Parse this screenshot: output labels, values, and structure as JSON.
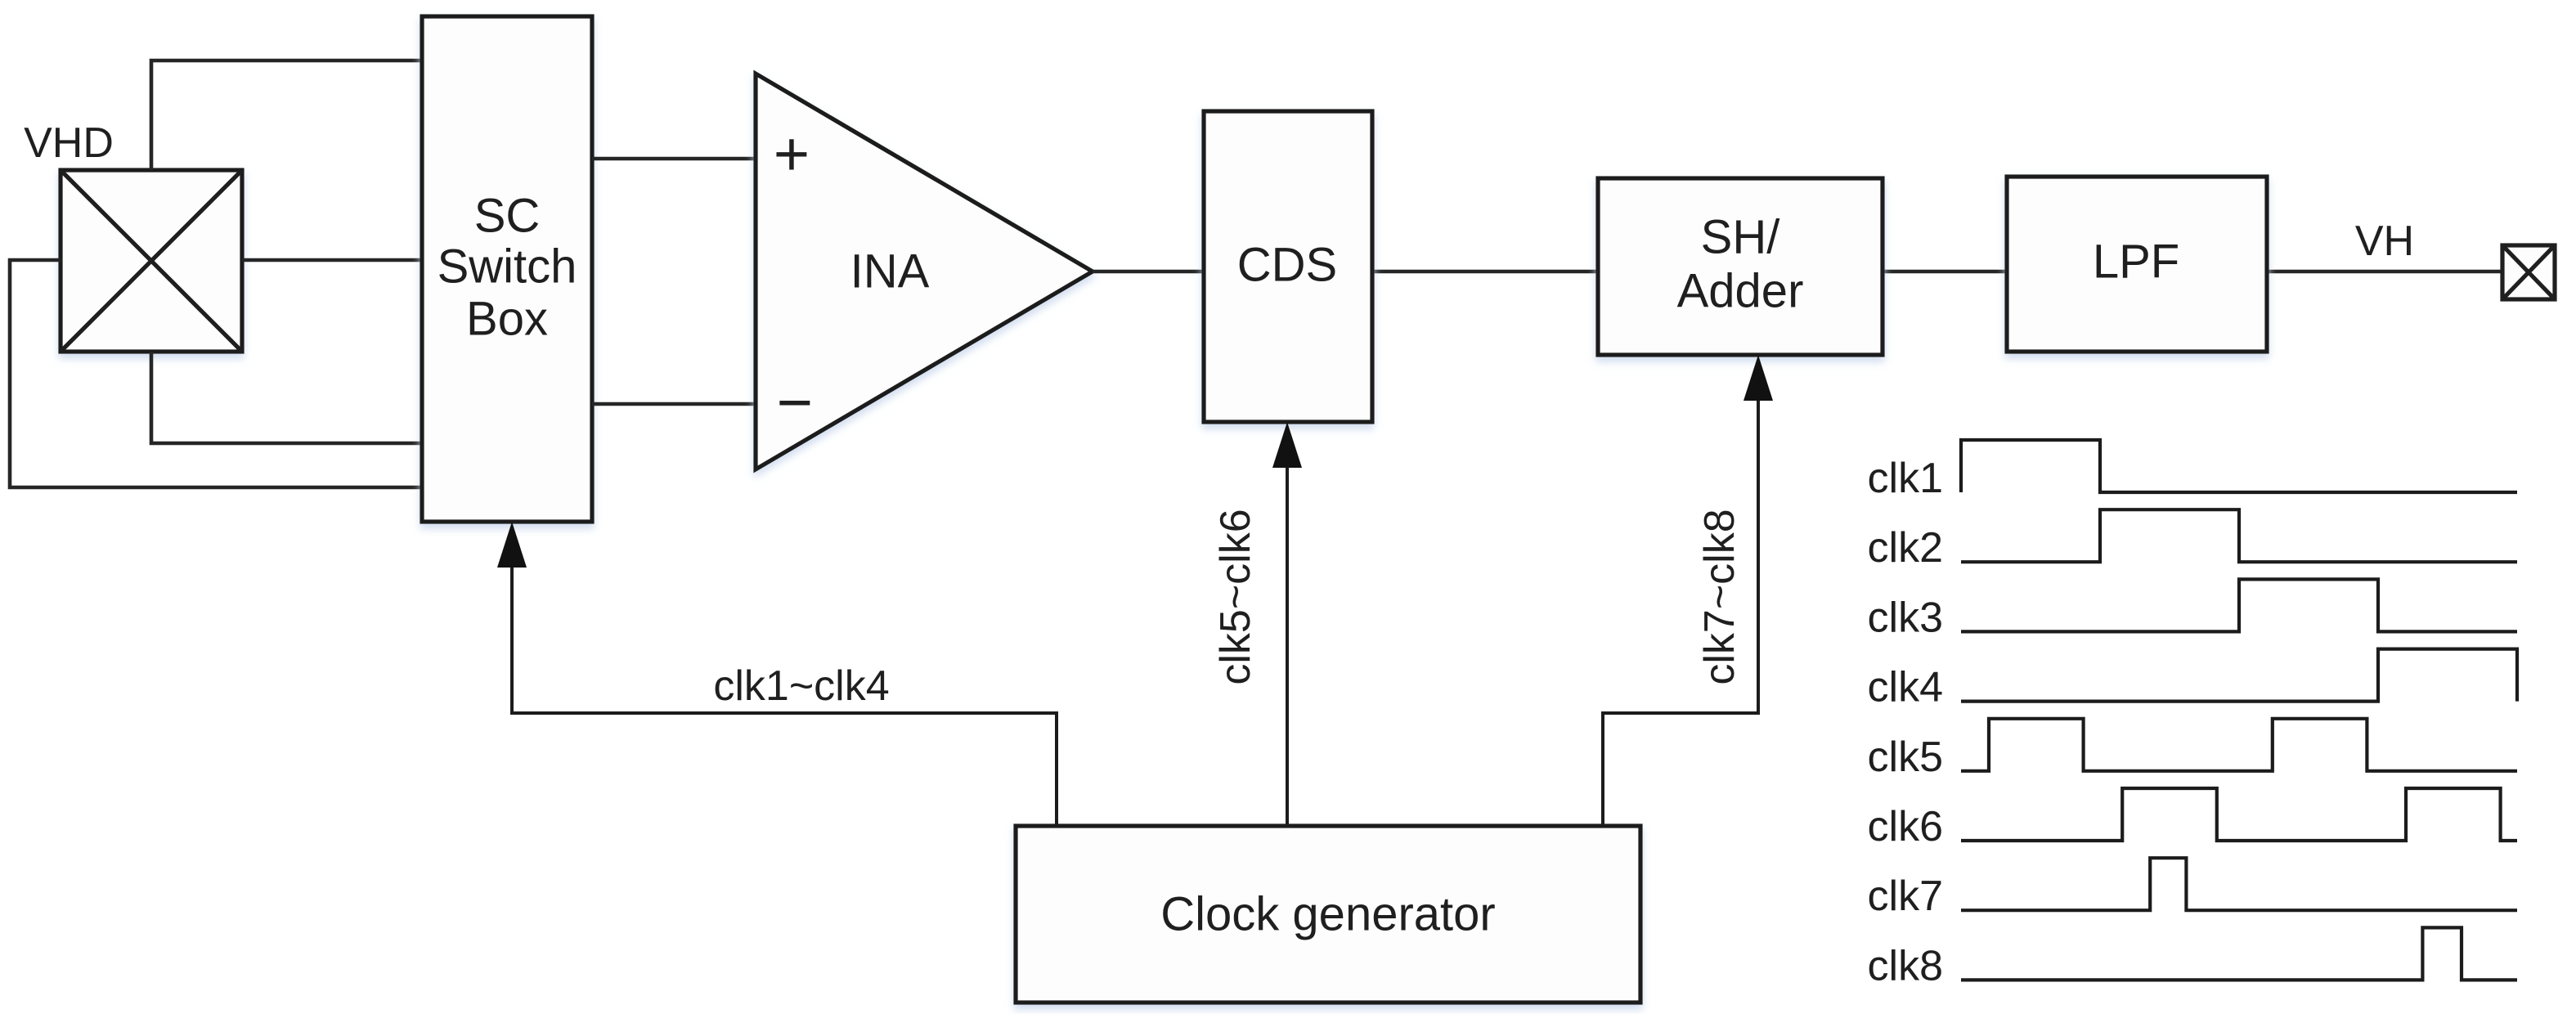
{
  "blocks": {
    "sensor": {
      "label": "VHD"
    },
    "sc_switch": {
      "lines": [
        "SC",
        "Switch",
        "Box"
      ]
    },
    "ina": {
      "label": "INA",
      "plus": "+",
      "minus": "−"
    },
    "cds": {
      "label": "CDS"
    },
    "sh_adder": {
      "lines": [
        "SH/",
        "Adder"
      ]
    },
    "lpf": {
      "label": "LPF"
    },
    "clock_generator": {
      "label": "Clock generator"
    },
    "output_port": {
      "label": "VH"
    }
  },
  "buses": {
    "sc_bus": "clk1~clk4",
    "cds_bus": "clk5~clk6",
    "sh_bus": "clk7~clk8"
  },
  "timing": {
    "waveforms": [
      {
        "name": "clk1",
        "highs": [
          [
            0,
            0.25
          ]
        ]
      },
      {
        "name": "clk2",
        "highs": [
          [
            0.25,
            0.5
          ]
        ]
      },
      {
        "name": "clk3",
        "highs": [
          [
            0.5,
            0.75
          ]
        ]
      },
      {
        "name": "clk4",
        "highs": [
          [
            0.75,
            1
          ]
        ]
      },
      {
        "name": "clk5",
        "highs": [
          [
            0.05,
            0.22
          ],
          [
            0.56,
            0.73
          ]
        ]
      },
      {
        "name": "clk6",
        "highs": [
          [
            0.29,
            0.46
          ],
          [
            0.8,
            0.97
          ]
        ]
      },
      {
        "name": "clk7",
        "highs": [
          [
            0.34,
            0.405
          ]
        ]
      },
      {
        "name": "clk8",
        "highs": [
          [
            0.83,
            0.9
          ]
        ]
      }
    ]
  },
  "colors": {
    "ink": "#1f1f1f",
    "background": "#ffffff",
    "shadow": "#c9d7ec"
  }
}
